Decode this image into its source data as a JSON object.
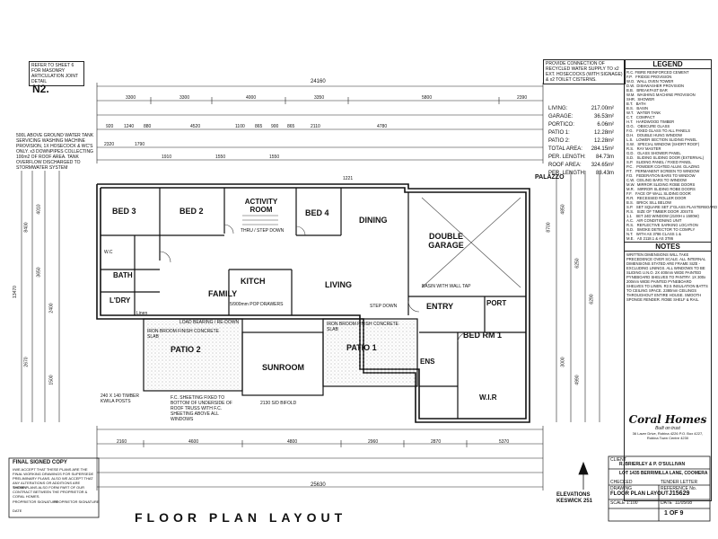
{
  "sheet_ref": "N2.",
  "top_note": "REFER TO SHEET 6 FOR MASONRY ARTICULATION JOINT DETAIL",
  "water_note": "PROVIDE CONNECTION OF RECYCLED WATER SUPPLY TO x2 EXT. HOSECOCKS (WITH SIGNAGE) & x2 TOILET CISTERNS.",
  "left_note": "500L ABOVE GROUND WATER TANK SERVICING WASHING MACHINE PROVISION, 1X HOSECOCK & WC'S ONLY. x3 DOWNPIPES COLLECTING 100m2 OF ROOF AREA. TANK OVERFLOW DISCHARGED TO STORMWATER SYSTEM",
  "dimensions": {
    "overall_top": "24160",
    "top_row": [
      "3300",
      "3300",
      "4000",
      "3350",
      "5800",
      "2390"
    ],
    "second_row": [
      "920",
      "1240",
      "880",
      "4520",
      "1100",
      "865",
      "900",
      "865",
      "2110",
      "4780"
    ],
    "third_row": [
      "2320",
      "1790",
      "1910",
      "1550",
      "1550",
      "1221"
    ],
    "overall_bottom": "25630",
    "bottom_row": [
      "2160",
      "4600",
      "4800",
      "2960",
      "2870",
      "5370"
    ],
    "left": [
      "13470",
      "8400",
      "4010",
      "3650",
      "2400",
      "2670",
      "1500"
    ],
    "right": [
      "8700",
      "4850",
      "6250",
      "6290",
      "3000",
      "4990"
    ]
  },
  "rooms": {
    "bed3": "BED 3",
    "bed2": "BED 2",
    "activity": "ACTIVITY ROOM",
    "bed4": "BED 4",
    "dining": "DINING",
    "garage": "DOUBLE GARAGE",
    "bath": "BATH",
    "ldry": "L'DRY",
    "family": "FAMILY",
    "kitch": "KITCH",
    "living": "LIVING",
    "entry": "ENTRY",
    "port": "PORT",
    "bedrm1": "BED RM 1",
    "ens": "ENS",
    "wir": "W.I.R",
    "sunroom": "SUNROOM",
    "patio1": "PATIO 1",
    "patio2": "PATIO 2",
    "linen": "Linen",
    "wc": "W.C",
    "palazzo": "PALAZZO"
  },
  "areas": {
    "rows": [
      {
        "label": "LIVING",
        "value": "217.00m²"
      },
      {
        "label": "GARAGE",
        "value": "36.53m²"
      },
      {
        "label": "PORTICO",
        "value": "6.06m²"
      },
      {
        "label": "PATIO 1",
        "value": "12.28m²"
      },
      {
        "label": "PATIO 2",
        "value": "12.28m²"
      },
      {
        "label": "TOTAL AREA",
        "value": "284.15m²"
      },
      {
        "label": "PER. LENGTH",
        "value": "84.73m"
      },
      {
        "label": "ROOF AREA",
        "value": "324.65m²"
      },
      {
        "label": "PER. LENGTH",
        "value": "83.43m"
      }
    ]
  },
  "legend": {
    "header": "LEGEND",
    "codes": "R.C. FIBRE REINFORCED CEMENT\nF.P.   FRIDGE PROVISION\nW.O.  WALL OVEN TOWER\nD.W.  DISHWASHER PROVISION\nB.B.   BREAKFAST BAR\nW.M.  WASHING MACHINE PROVISION\nSHR.  SHOWER\nB.T.   BATH\nB.S.   BASIN\nW.T.   WATER TANK\nC.T.   COMPACT\nH.T.   HARDWOOD TIMBER\nO.G.   OBSCURE GLASS\nF.G.   FIXED GLASS TO ALL PANELS\nD.H.   DOUBLE HUNG WINDOW\nL.S.   LOWER SECTION SLIDING PANEL\nS.W.   SPECIAL WINDOW (SHORT ROOF)\nR.S.   RAY MASTER\nG.D.   GLASS SHOWER PANEL\nS.D.   SLIDING SLIDING DOOR (EXTERNAL)\nS.P.   SLIDING PANEL / FIXED PANEL\nP.C.   POWDER COATED ALUM. GLAZING\nP.T.   PERMANENT SCREEN TO WINDOW\nF.D.   FEDERATION BARS TO WINDOW\nC.W.  CEILING BARS TO WINDOW\nM.W.  MIRROR SLIDING ROBE DOORS\nM.R.   MIRROR SLIDING ROBE DOORS\nF.F.   FACE OF WALL SLIDING DOOR\nR.R.   RECESSED ROLLER DOOR\nB.S.   BRICK SILL BELOW\nS.P.   SET SQUARE SET 2\"GLASS PLASTERBOARD\nR.S.   SIZE OF TIMBER DOOR JOISTS\n1.1    SET 24D WINDOW (2100H x 1500W)\nA.C.   AIR CONDITIONING UNIT\nR.S.   REFLECTIVE SARKING LOCATION\nS.D.   SMOKE DETECTOR TO COMPLY\nN.T.   WITH AS 3786 CLASS 1 &\nM.E.   AS 2118.1 & AS 3786"
  },
  "notes_header": "NOTES",
  "notes_body": "WRITTEN DIMENSIONS WILL TAKE PRECEDENCE OVER SCALE. ALL INTERNAL DIMENSIONS STATED ARE FRAME SIZE - EXCLUDING LININGS. ALL WINDOWS TO BE SLIDING U.N.O. 2X 400mm WIDE PAINTED PYNEBOARD SHELVES TO PANTRY. 1X 300x 200mm WIDE PAINTED PYNEBOARD SHELVES TO LINEN. R2.5 INSULATION BATTS TO CEILING SPACE. 2380mm CEILINGS THROUGHOUT ENTIRE HOUSE. SMOOTH SPONGE RENDER. ROBE SHELF & RAIL.",
  "labels": {
    "patio2_floor": "IRON BROOM FINISH CONCRETE SLAB",
    "patio1_floor": "IRON BROOM FINISH CONCRETE SLAB",
    "bifold": "2130 S/D BIFOLD",
    "load_bearing": "LOAD BEARING / RE-DOWN",
    "step": "STEP DOWN",
    "sunroom_note": "5/900mm POP DRAWERS",
    "garage_note": "BASIN WITH WALL TAP",
    "fc_sheeting": "F.C. SHEETING FIXED TO BOTTOM OF UNDERSIDE OF ROOF TRUSS WITH F.C. SHEETING ABOVE ALL WINDOWS",
    "timber_post": "240 X 140 TIMBER KWILA POSTS",
    "activity_note": "THRU / STEP DOWN"
  },
  "elevations_label": "ELEVATIONS",
  "elevations_model": "KESWICK 251",
  "logo": {
    "name": "Coral Homes",
    "tagline": "Built on trust",
    "address": "36 Laver Drive, Robina 4226 P.O. Box 4227, Robina Town Centre 4230"
  },
  "title_block": {
    "client_label": "CLIENT",
    "client": "R. BRIERLEY & P. O'SULLIVAN",
    "lot": "LOT 1435 BERRIMILLA LANE, COOMERA",
    "checked_label": "CHECKED",
    "tender_label": "TENDER LETTER",
    "drawing_label": "DRAWING",
    "drawing": "FLOOR PLAN LAYOUT",
    "reference_label": "REFERENCE No.",
    "reference": "J15629",
    "scale_label": "SCALE",
    "scale": "1:100",
    "date_label": "DATE",
    "date": "11/05/08",
    "sheet": "1 OF 9"
  },
  "signed_copy": {
    "header": "FINAL SIGNED COPY",
    "body": "I/WE ACCEPT THAT THESE PLANS ARE THE FINAL WORKING DRAWINGS FOR SUPERSEDE PRELIMINARY PLANS. ALSO WE ACCEPT THAT ANY ALTERATIONS OR ADDITIONS ARE SHOWN.",
    "body2": "THESE PLANS ALSO FORM PART OF OUR CONTRACT BETWEEN THE PROPRIETOR & CORAL HOMES.",
    "sign1": "PROPRIETOR SIGNATURE",
    "sign2": "PROPRIETOR SIGNATURE",
    "date_label": "DATE"
  },
  "page_title": "FLOOR PLAN LAYOUT"
}
